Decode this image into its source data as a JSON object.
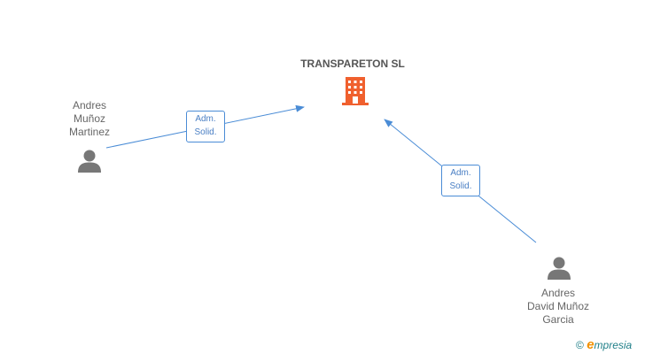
{
  "company": {
    "name": "TRANSPARETON SL",
    "icon": "building-icon",
    "color": "#f0602e"
  },
  "people": [
    {
      "id": "andres-munoz-martinez",
      "name_lines": [
        "Andres",
        "Muñoz",
        "Martinez"
      ],
      "icon": "person-icon"
    },
    {
      "id": "andres-david-munoz-garcia",
      "name_lines": [
        "Andres",
        "David Muñoz",
        "Garcia"
      ],
      "icon": "person-icon"
    }
  ],
  "edges": [
    {
      "from": "andres-munoz-martinez",
      "to": "company",
      "label_lines": [
        "Adm.",
        "Solid."
      ]
    },
    {
      "from": "andres-david-munoz-garcia",
      "to": "company",
      "label_lines": [
        "Adm.",
        "Solid."
      ]
    }
  ],
  "footer": {
    "copyright_symbol": "©",
    "brand_first": "e",
    "brand_rest": "mpresia"
  },
  "colors": {
    "edge": "#4a8cd6",
    "person": "#777777",
    "text": "#666666"
  }
}
